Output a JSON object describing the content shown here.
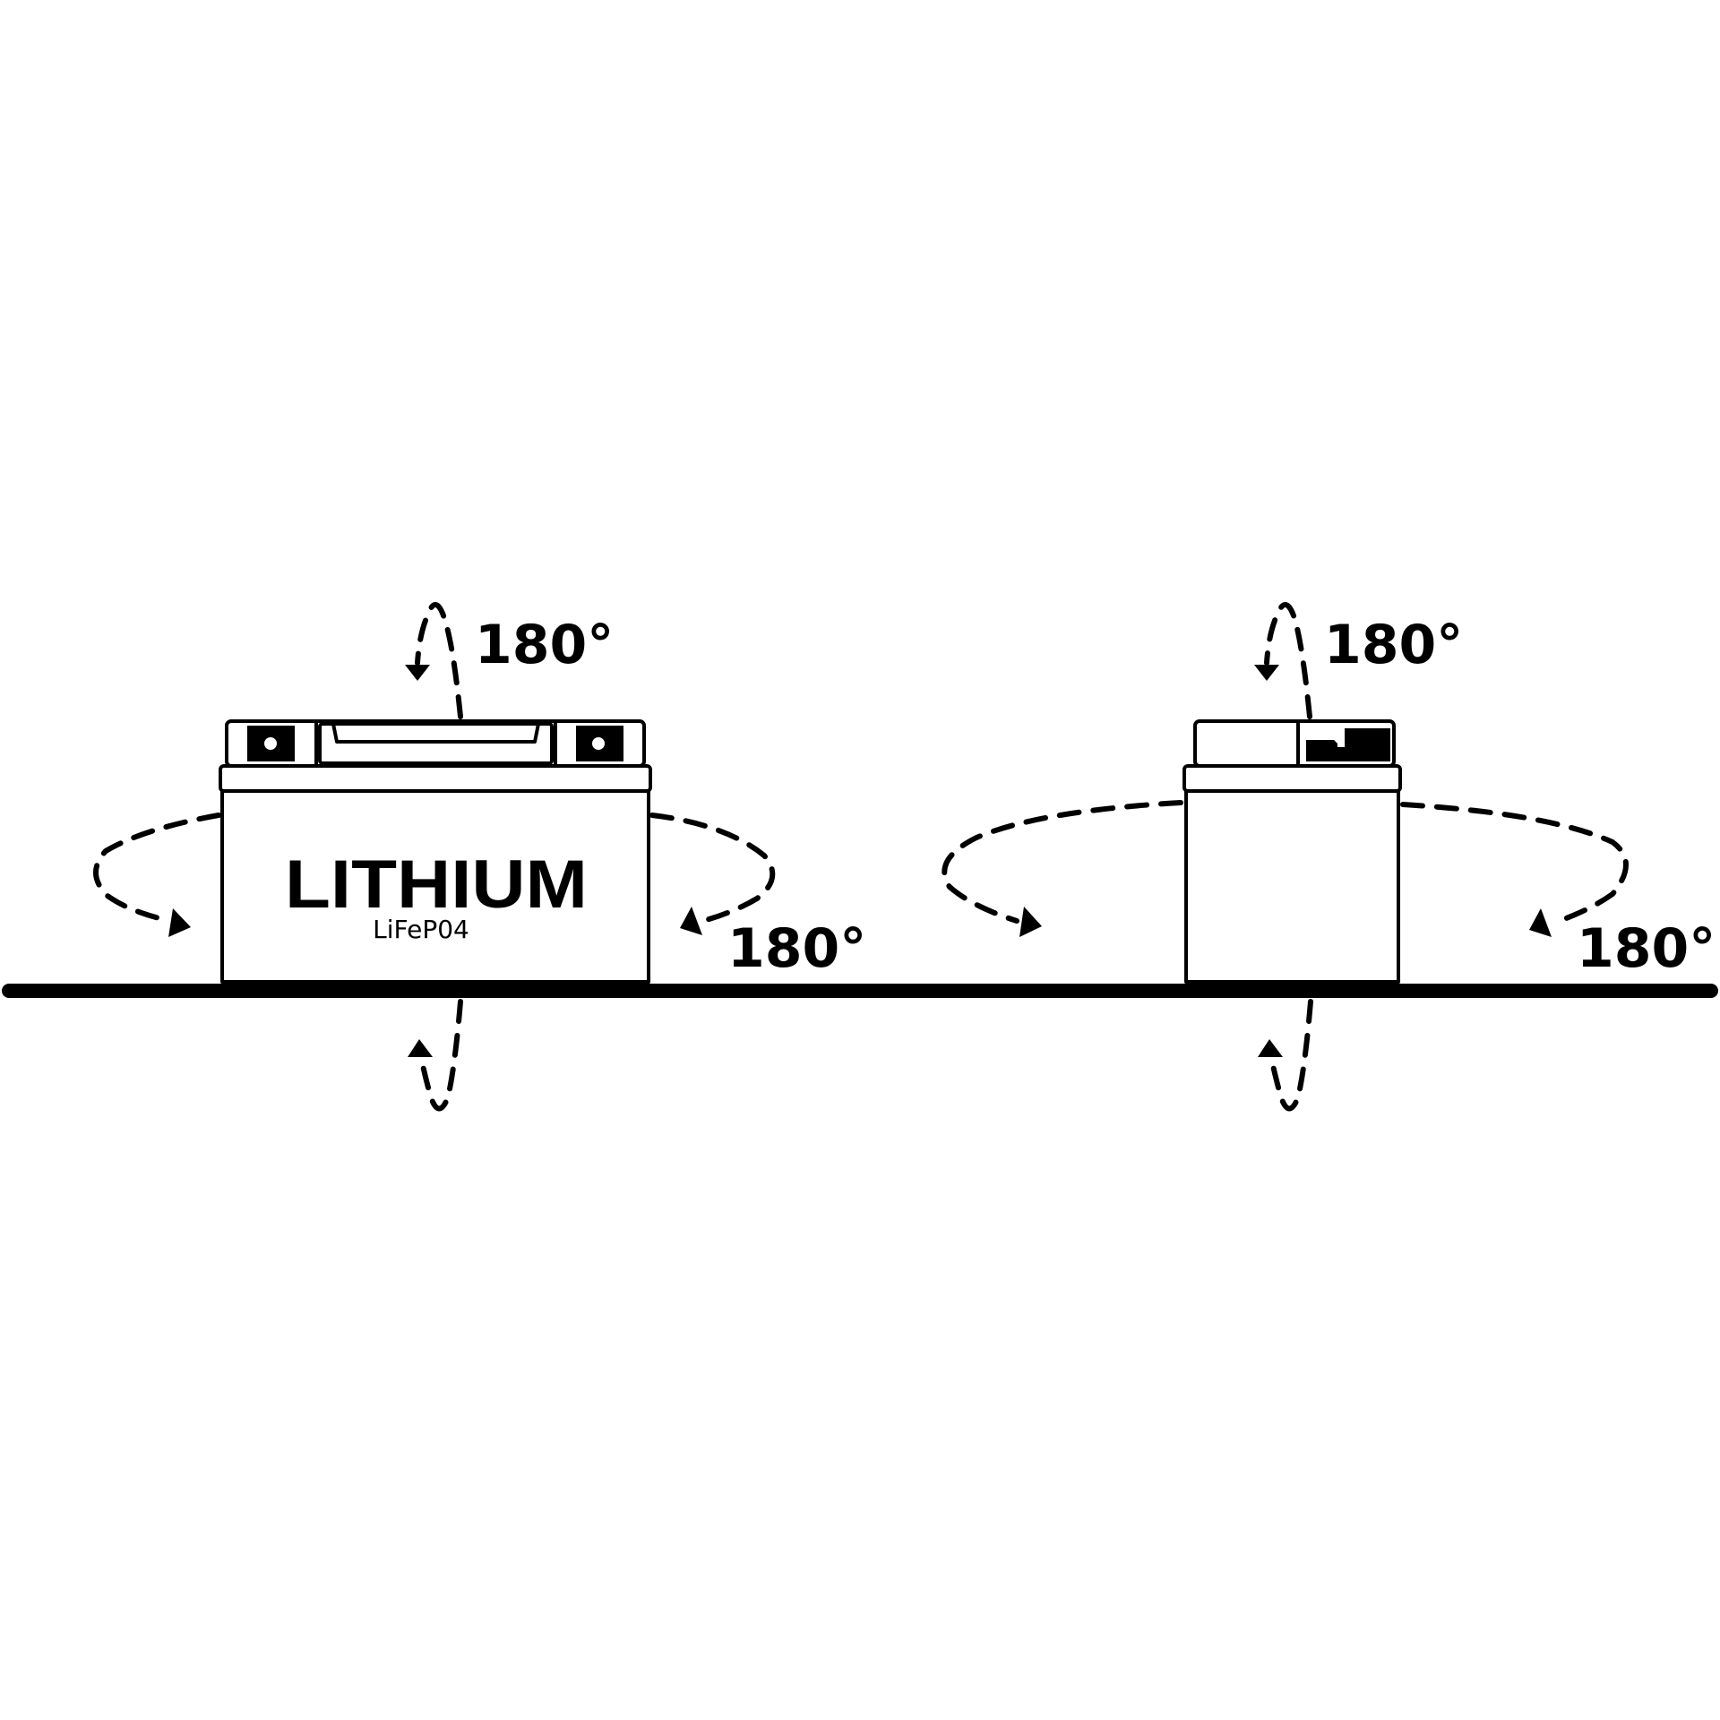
{
  "colors": {
    "ink": "#000000",
    "background": "#ffffff"
  },
  "battery_front": {
    "brand": "LITHIUM",
    "chemistry": "LiFeP04",
    "rotation_top_label": "180°",
    "rotation_side_label": "180°"
  },
  "battery_side": {
    "rotation_top_label": "180°",
    "rotation_side_label": "180°"
  }
}
